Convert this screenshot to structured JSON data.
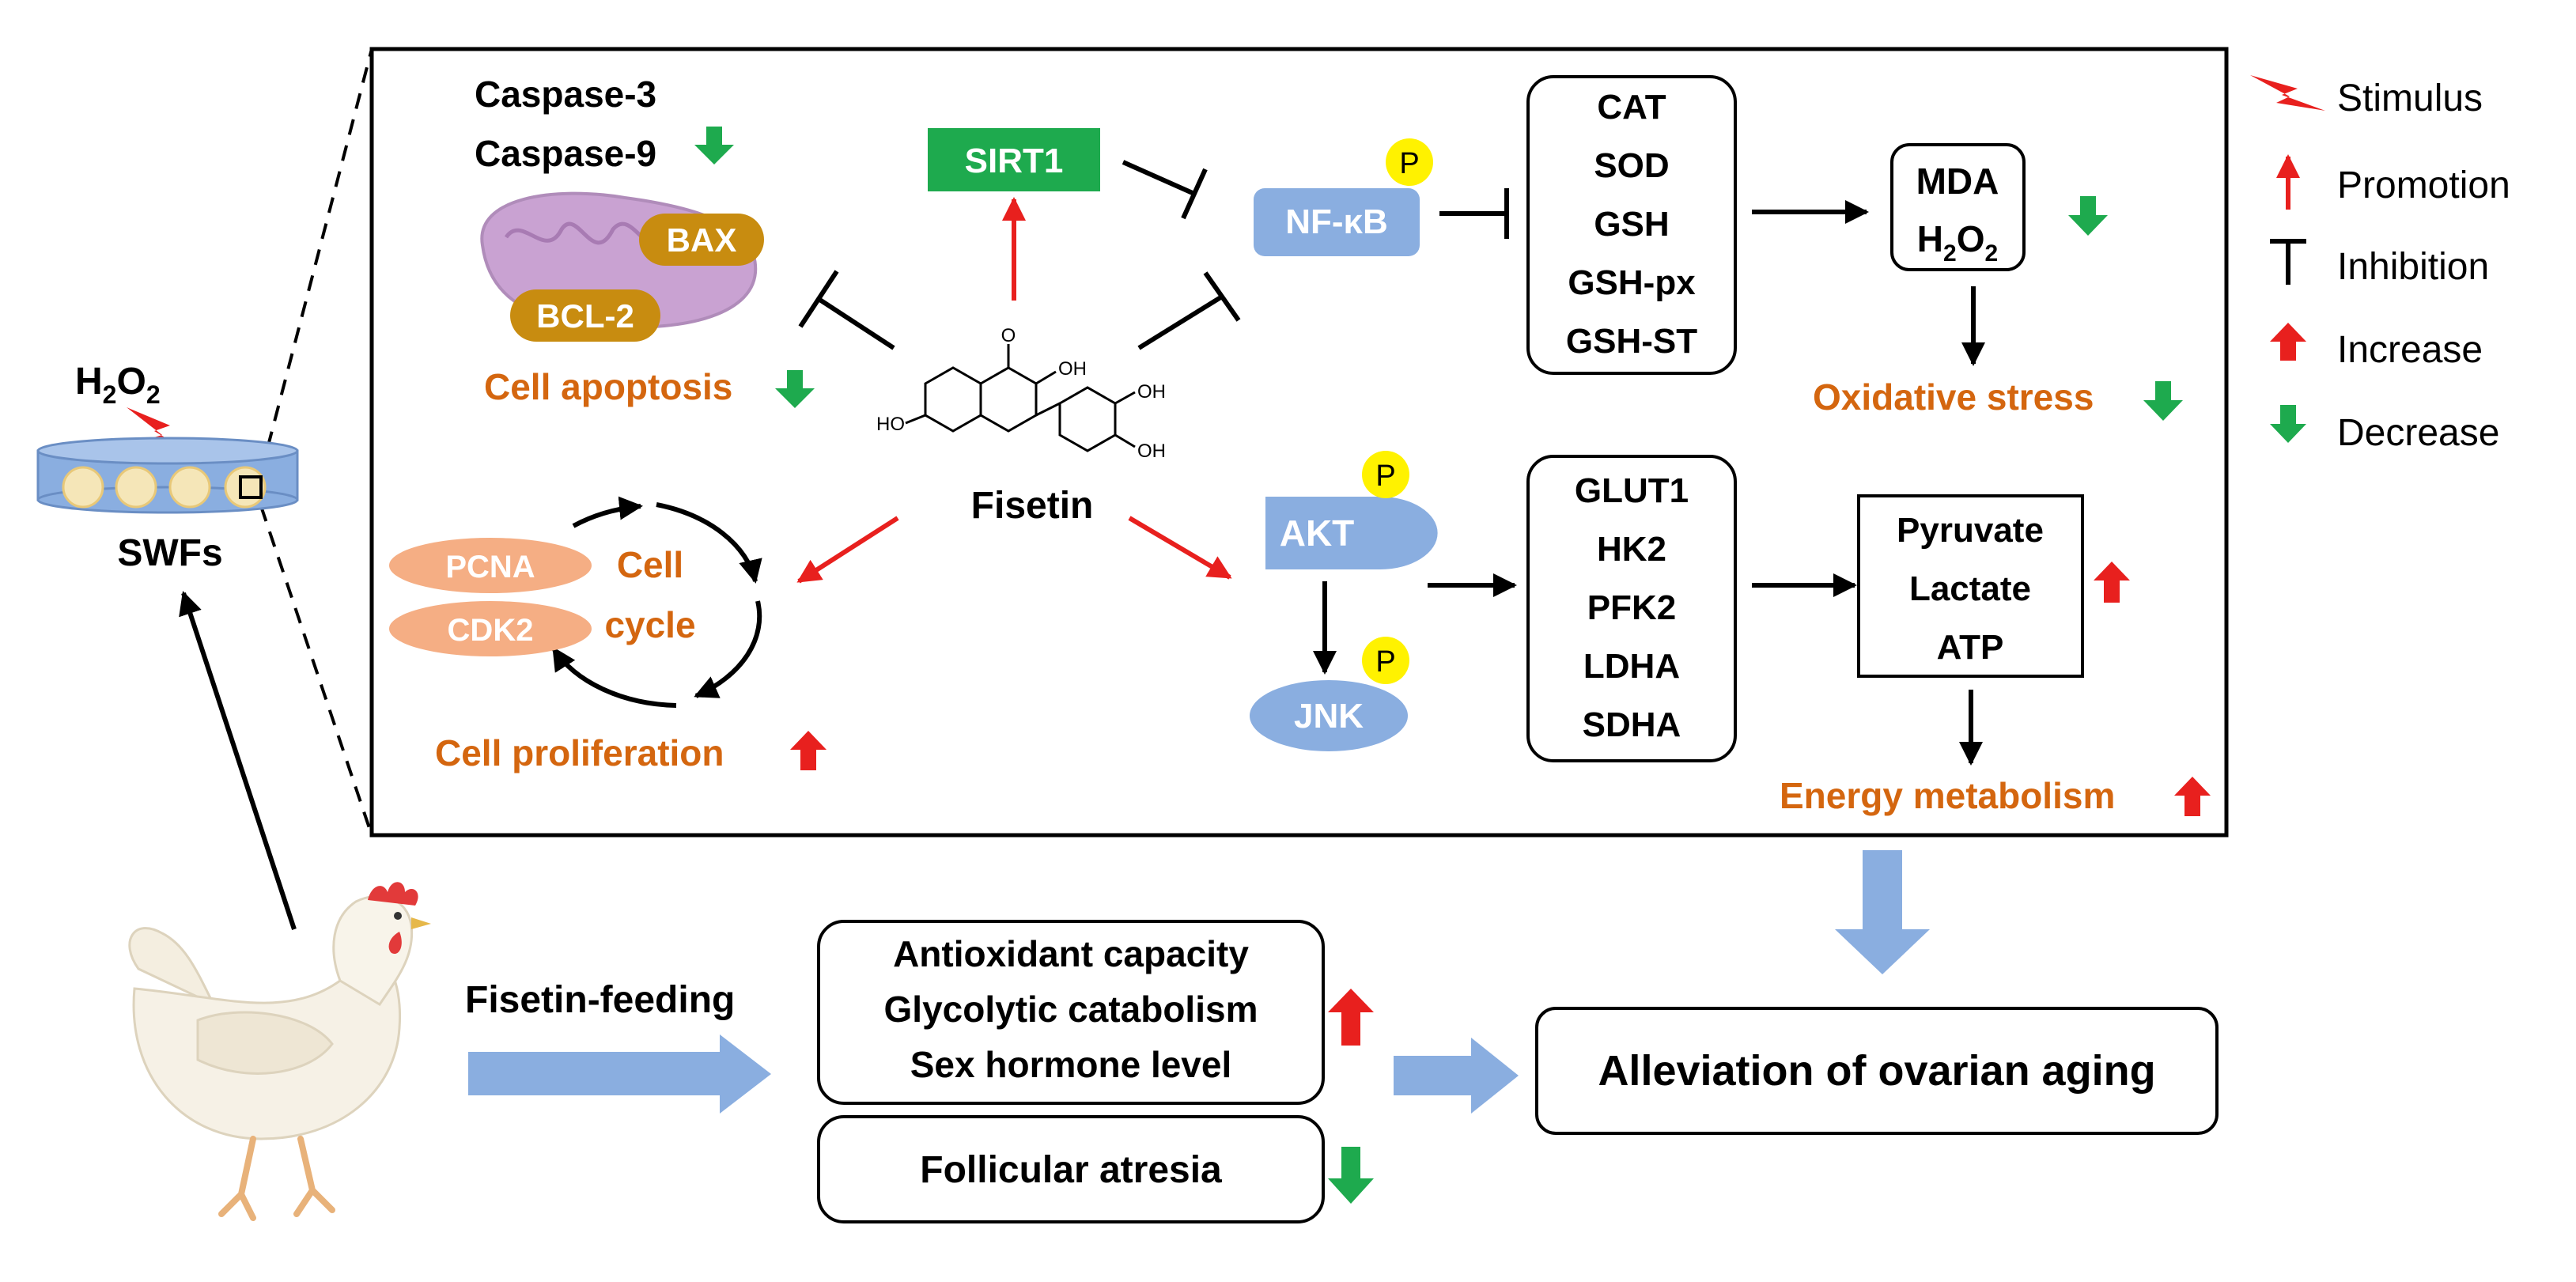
{
  "colors": {
    "orange": "#D4660F",
    "blue_fill": "#8AAEE0",
    "green": "#1EAA4E",
    "red": "#E8201E",
    "gold": "#C88C10",
    "salmon": "#F5AE84",
    "mito": "#C9A2D2",
    "yellow": "#FFF200",
    "black": "#000000"
  },
  "legend": {
    "stimulus": "Stimulus",
    "promotion": "Promotion",
    "inhibition": "Inhibition",
    "increase": "Increase",
    "decrease": "Decrease"
  },
  "left": {
    "h2o2_main": "H",
    "h2o2_sub": "2",
    "h2o2_o": "O",
    "h2o2_sub2": "2",
    "swfs": "SWFs"
  },
  "apoptosis": {
    "caspase3": "Caspase-3",
    "caspase9": "Caspase-9",
    "bax": "BAX",
    "bcl2": "BCL-2",
    "label": "Cell apoptosis"
  },
  "fisetin": {
    "label": "Fisetin",
    "o_label": "O",
    "oh1": "OH",
    "oh2": "OH",
    "oh3": "OH",
    "ho": "HO"
  },
  "sirt1": {
    "label": "SIRT1"
  },
  "nfkb": {
    "label": "NF-κB",
    "p": "P"
  },
  "antioxidants": [
    "CAT",
    "SOD",
    "GSH",
    "GSH-px",
    "GSH-ST"
  ],
  "mda_box": {
    "mda": "MDA",
    "h": "H",
    "sub": "2",
    "o": "O",
    "sub2": "2"
  },
  "oxidative_stress": "Oxidative stress",
  "cell_cycle": {
    "pcna": "PCNA",
    "cdk2": "CDK2",
    "line1": "Cell",
    "line2": "cycle",
    "proliferation": "Cell proliferation"
  },
  "akt": {
    "label": "AKT",
    "p": "P"
  },
  "jnk": {
    "label": "JNK",
    "p": "P"
  },
  "glycolysis": [
    "GLUT1",
    "HK2",
    "PFK2",
    "LDHA",
    "SDHA"
  ],
  "products": [
    "Pyruvate",
    "Lactate",
    "ATP"
  ],
  "energy_metabolism": "Energy metabolism",
  "bottom": {
    "feeding": "Fisetin-feeding",
    "effects": [
      "Antioxidant capacity",
      "Glycolytic catabolism",
      "Sex hormone level"
    ],
    "atresia": "Follicular atresia",
    "result": "Alleviation of ovarian aging"
  }
}
